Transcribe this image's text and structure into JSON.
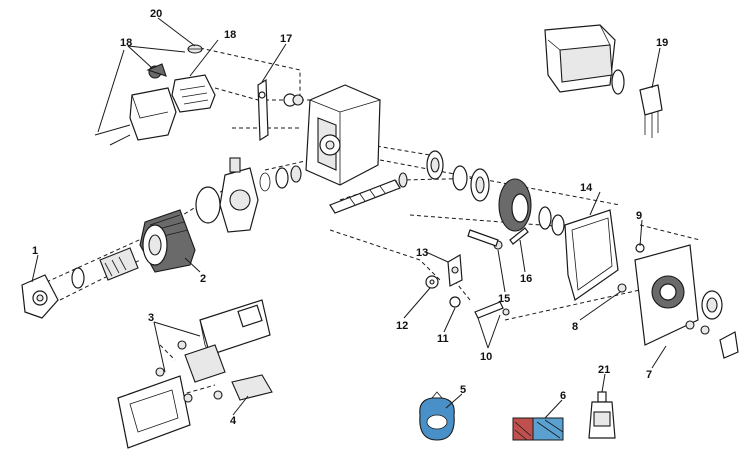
{
  "diagram": {
    "callouts": [
      {
        "key": "c1",
        "label": "1"
      },
      {
        "key": "c2",
        "label": "2"
      },
      {
        "key": "c3",
        "label": "3"
      },
      {
        "key": "c4",
        "label": "4"
      },
      {
        "key": "c5",
        "label": "5"
      },
      {
        "key": "c6",
        "label": "6"
      },
      {
        "key": "c7",
        "label": "7"
      },
      {
        "key": "c8",
        "label": "8"
      },
      {
        "key": "c9",
        "label": "9"
      },
      {
        "key": "c10",
        "label": "10"
      },
      {
        "key": "c11",
        "label": "11"
      },
      {
        "key": "c12",
        "label": "12"
      },
      {
        "key": "c13",
        "label": "13"
      },
      {
        "key": "c14",
        "label": "14"
      },
      {
        "key": "c15",
        "label": "15"
      },
      {
        "key": "c16",
        "label": "16"
      },
      {
        "key": "c17",
        "label": "17"
      },
      {
        "key": "c18a",
        "label": "18"
      },
      {
        "key": "c18b",
        "label": "18"
      },
      {
        "key": "c19",
        "label": "19"
      },
      {
        "key": "c20",
        "label": "20"
      },
      {
        "key": "c21",
        "label": "21"
      }
    ],
    "colors": {
      "ink": "#1a1a1a",
      "bag_blue": "#4a90c8",
      "pad_blue": "#5aa0d0",
      "pad_red": "#c0504d"
    }
  }
}
